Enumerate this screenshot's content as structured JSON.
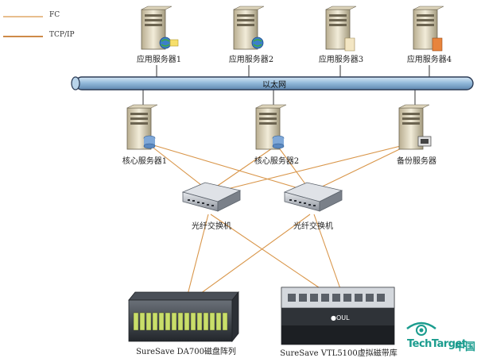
{
  "legend": {
    "fc": "FC",
    "tcpip": "TCP/IP"
  },
  "bus": {
    "label": "以太网"
  },
  "app_servers": [
    "应用服务器1",
    "应用服务器2",
    "应用服务器3",
    "应用服务器4"
  ],
  "core_servers": [
    "核心服务器1",
    "核心服务器2"
  ],
  "backup_server": "备份服务器",
  "switches": [
    "光纤交换机",
    "光纤交换机"
  ],
  "storage": {
    "disk_array": "SureSave DA700磁盘阵列",
    "tape_library": "SureSave VTL5100虚拟磁带库"
  },
  "logo": {
    "brand": "TechTarget",
    "region": "中国"
  },
  "colors": {
    "fc_line": "#d9964a",
    "tcp_line": "#c77a2e",
    "bus": "#9fc3e0",
    "bus_edge": "#2b3b55",
    "brand": "#1a9c8e"
  }
}
